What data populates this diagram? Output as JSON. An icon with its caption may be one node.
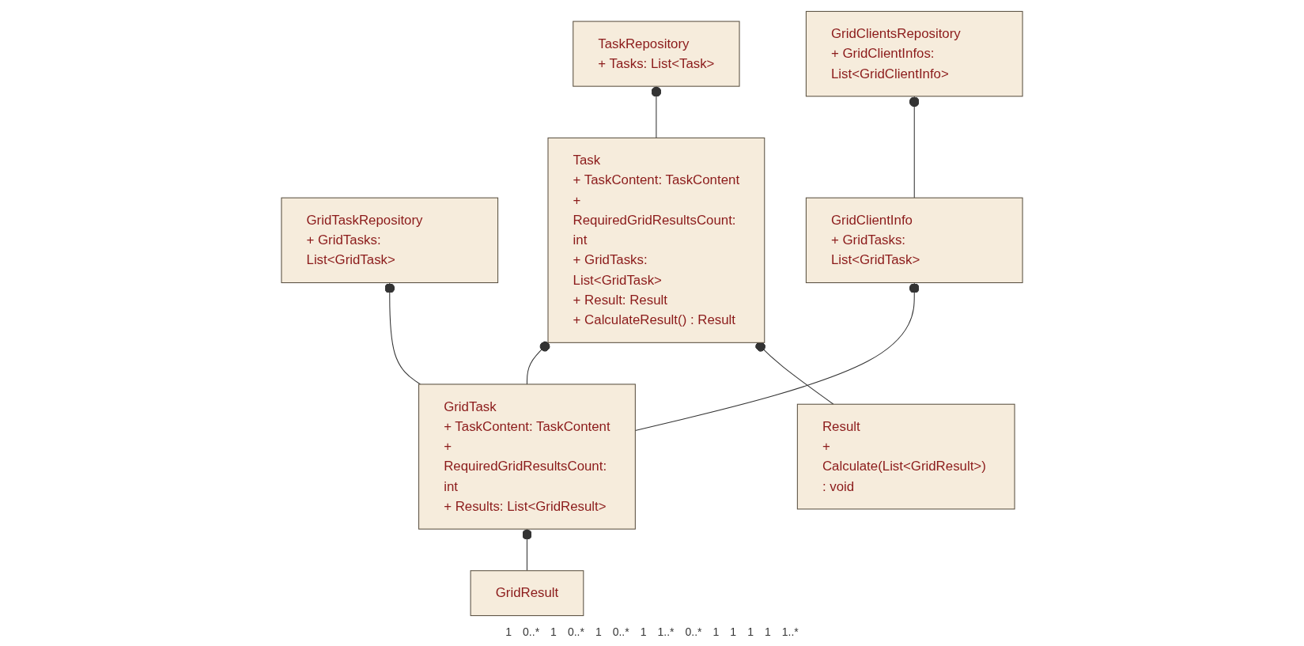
{
  "diagram": {
    "nodes": [
      {
        "text": [
          "TaskRepository",
          "+ Tasks: List<Task>"
        ]
      },
      {
        "text": [
          "GridTaskRepository",
          "+ GridTasks: List<GridTask>"
        ]
      },
      {
        "text": [
          "GridClientsRepository",
          "+ GridClientInfos: List<GridClientInfo>"
        ]
      },
      {
        "text": [
          "Task",
          "+ TaskContent: TaskContent",
          "+ RequiredGridResultsCount: int",
          "+ GridTasks: List<GridTask>",
          "+ Result: Result",
          "+ CalculateResult() : Result"
        ]
      },
      {
        "text": [
          "GridTask",
          "+ TaskContent: TaskContent",
          "+ RequiredGridResultsCount: int",
          "+ Results: List<GridResult>"
        ]
      },
      {
        "text": [
          "GridClientInfo",
          "+ GridTasks: List<GridTask>"
        ]
      },
      {
        "text": [
          "Result",
          "+ Calculate(List<GridResult>) : void"
        ]
      },
      {
        "text": [
          "GridResult"
        ]
      }
    ],
    "edges": [
      {
        "from": 3,
        "to": 0,
        "arrow": "other"
      },
      {
        "from": 4,
        "to": 1,
        "arrow": "other"
      },
      {
        "from": 5,
        "to": 2,
        "arrow": "other"
      },
      {
        "from": 4,
        "to": 3,
        "arrow": "other"
      },
      {
        "from": 4,
        "to": 5,
        "arrow": "other"
      },
      {
        "from": 6,
        "to": 3,
        "arrow": "other"
      },
      {
        "from": 7,
        "to": 4,
        "arrow": "other"
      }
    ],
    "labels": [
      "1",
      "0..*",
      "1",
      "0..*",
      "1",
      "0..*",
      "1",
      "1..*",
      "0..*",
      "1",
      "1",
      "1",
      "1",
      "1..*"
    ]
  }
}
